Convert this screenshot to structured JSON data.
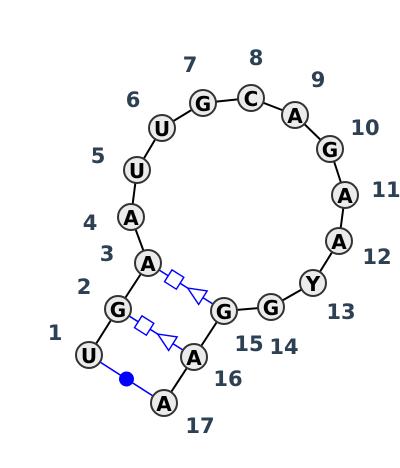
{
  "structure": {
    "nucleotides": [
      {
        "id": 1,
        "base": "U",
        "label": "1"
      },
      {
        "id": 2,
        "base": "G",
        "label": "2"
      },
      {
        "id": 3,
        "base": "A",
        "label": "3"
      },
      {
        "id": 4,
        "base": "A",
        "label": "4"
      },
      {
        "id": 5,
        "base": "U",
        "label": "5"
      },
      {
        "id": 6,
        "base": "U",
        "label": "6"
      },
      {
        "id": 7,
        "base": "G",
        "label": "7"
      },
      {
        "id": 8,
        "base": "C",
        "label": "8"
      },
      {
        "id": 9,
        "base": "A",
        "label": "9"
      },
      {
        "id": 10,
        "base": "G",
        "label": "10"
      },
      {
        "id": 11,
        "base": "A",
        "label": "11"
      },
      {
        "id": 12,
        "base": "A",
        "label": "12"
      },
      {
        "id": 13,
        "base": "Y",
        "label": "13"
      },
      {
        "id": 14,
        "base": "G",
        "label": "14"
      },
      {
        "id": 15,
        "base": "G",
        "label": "15"
      },
      {
        "id": 16,
        "base": "A",
        "label": "16"
      },
      {
        "id": 17,
        "base": "A",
        "label": "17"
      }
    ],
    "backbone": [
      [
        1,
        2
      ],
      [
        2,
        3
      ],
      [
        3,
        4
      ],
      [
        4,
        5
      ],
      [
        5,
        6
      ],
      [
        6,
        7
      ],
      [
        7,
        8
      ],
      [
        8,
        9
      ],
      [
        9,
        10
      ],
      [
        10,
        11
      ],
      [
        11,
        12
      ],
      [
        12,
        13
      ],
      [
        13,
        14
      ],
      [
        14,
        15
      ],
      [
        15,
        16
      ],
      [
        16,
        17
      ]
    ],
    "pairs": [
      {
        "from": 1,
        "to": 17,
        "symbol": "dot"
      },
      {
        "from": 2,
        "to": 16,
        "symbol": "square-triangle"
      },
      {
        "from": 3,
        "to": 15,
        "symbol": "square-triangle"
      }
    ]
  },
  "colors": {
    "pair": "#0000ff",
    "backbone": "#000000",
    "circle_fill": "#ebebeb",
    "circle_stroke": "#333333",
    "index_text": "#2e4053"
  }
}
